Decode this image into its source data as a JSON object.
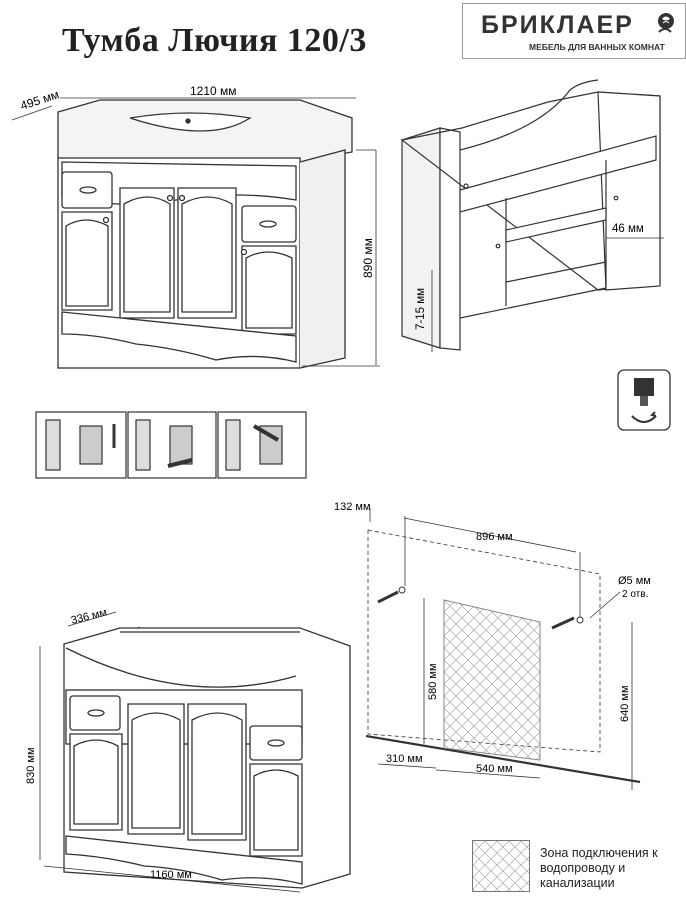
{
  "title": "Тумба Лючия 120/3",
  "logo": {
    "brand": "БРИКЛАЕР",
    "tagline": "МЕБЕЛЬ ДЛЯ ВАННЫХ КОМНАТ",
    "icon": "rose-icon"
  },
  "dimensions": {
    "depth": "495 мм",
    "width": "1210 мм",
    "height": "890 мм",
    "legs": "7-15 мм",
    "shelf_gap": "46 мм",
    "mount_offset": "132 мм",
    "mount_span": "896 мм",
    "hole": "Ø5 мм",
    "hole_count": "2 отв.",
    "zone_height": "580 мм",
    "install_height": "640 мм",
    "zone_left": "310 мм",
    "zone_width": "540 мм",
    "body_depth": "336 мм",
    "body_height": "830 мм",
    "body_width": "1160 мм"
  },
  "legend": {
    "text": "Зона подключения к водопроводу и канализации"
  },
  "icons": [
    "hinge-adjust-icon",
    "leg-adjust-icon"
  ]
}
